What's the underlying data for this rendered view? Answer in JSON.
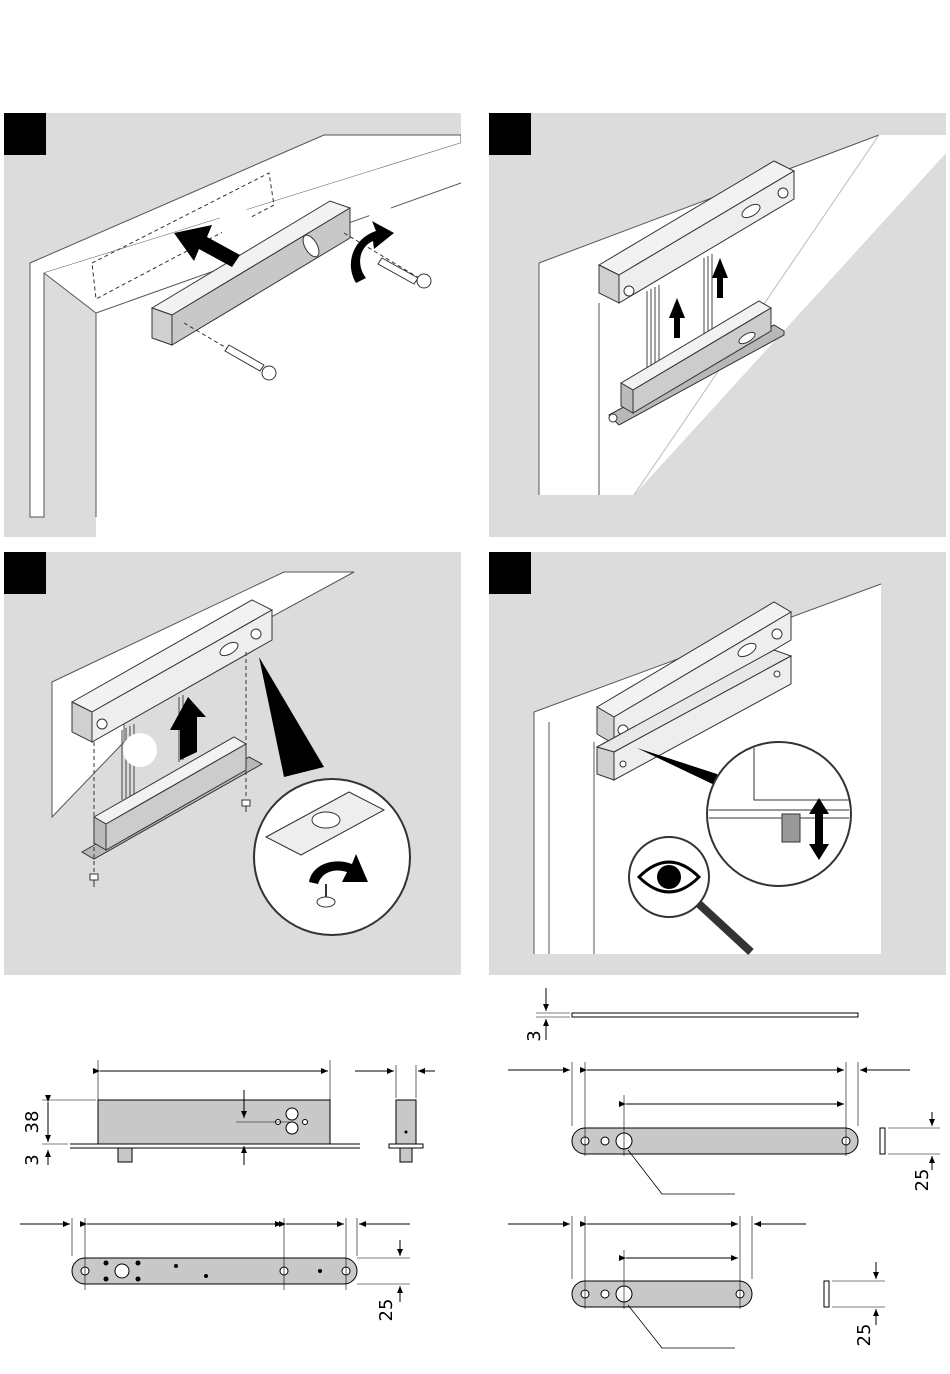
{
  "colors": {
    "panel_background": "#dcdcdc",
    "step_badge": "#000000",
    "part_fill": "#f2f2f2",
    "part_side": "#bdbdbd",
    "plate_fill": "#b8b8b8",
    "arrow": "#000000"
  },
  "icons": {
    "eye": "eye-icon",
    "magnifier": "magnifier-icon",
    "rotate_arrow": "rotate-arrow-icon",
    "move_arrow": "arrow-icon",
    "screw": "screw-icon"
  },
  "dimensions": {
    "strike_height": "38",
    "plate_thickness": "3",
    "plate_thickness_top": "3",
    "plate_width_long": "25",
    "plate_width_bolt": "25",
    "plate_width_short": "25"
  }
}
